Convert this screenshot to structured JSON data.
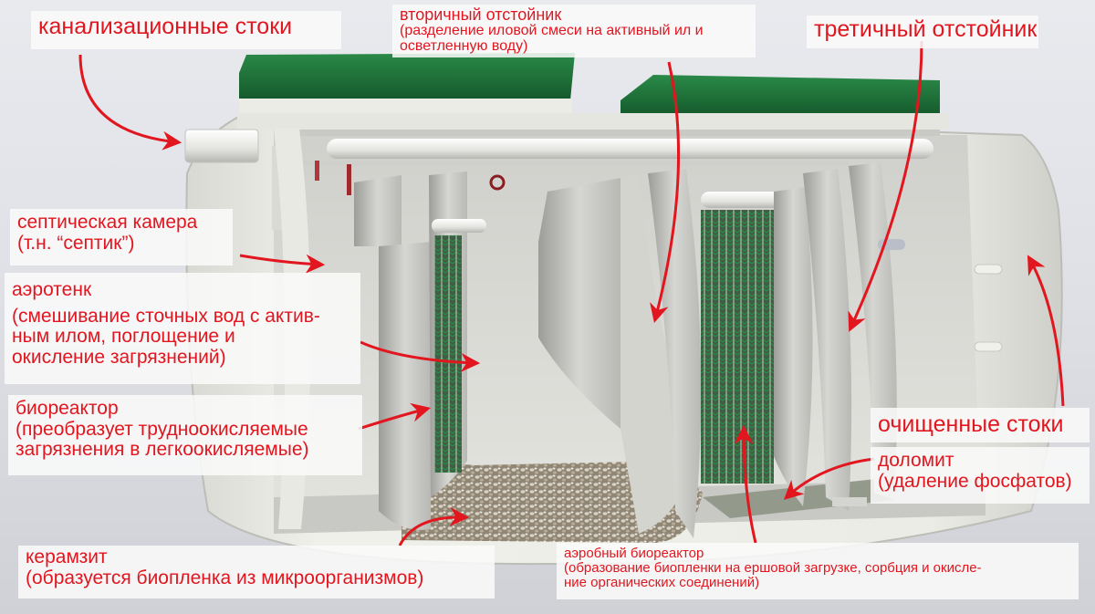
{
  "diagram": {
    "subject": "septic tank / biological wastewater treatment unit cross-section",
    "colors": {
      "label_text": "#e2161f",
      "arrow": "#e2161f",
      "lid_green": "#1c6b36",
      "tank_body": "#e8e8e2",
      "background": "#e2e3e8"
    },
    "labels": {
      "sewage_inflow": {
        "title": "канализационные стоки"
      },
      "secondary_clarifier": {
        "title": "вторичный отстойник",
        "line1": "(разделение иловой смеси на активный ил и",
        "line2": "осветленную воду)"
      },
      "tertiary_clarifier": {
        "title": "третичный отстойник"
      },
      "septic_chamber": {
        "title": "септическая камера",
        "line1": "(т.н. “септик”)"
      },
      "aerotank": {
        "title": "аэротенк",
        "line1": "(смешивание сточных вод с актив-",
        "line2": "ным илом, поглощение и",
        "line3": "окисление загрязнений)"
      },
      "bioreactor": {
        "title": "биореактор",
        "line1": "(преобразует трудноокисляемые",
        "line2": "загрязнения в легкоокисляемые)"
      },
      "treated_outflow": {
        "title": "очищенные стоки"
      },
      "dolomite": {
        "title": "доломит",
        "line1": "(удаление фосфатов)"
      },
      "expanded_clay": {
        "title": "керамзит",
        "line1": "(образуется биопленка из микроорганизмов)"
      },
      "aerobic_bioreactor": {
        "title": "аэробный биореактор",
        "line1": "(образование биопленки на ершовой загрузке, сорбция и окисле-",
        "line2": "ние органических соединений)"
      }
    }
  }
}
